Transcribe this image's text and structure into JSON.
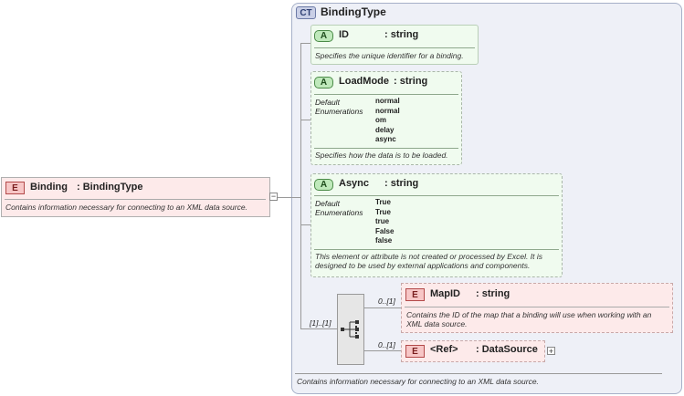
{
  "binding": {
    "badge": "E",
    "name": "Binding",
    "type": ": BindingType",
    "description": "Contains information necessary for connecting to an XML data source.",
    "collapse_symbol": "−"
  },
  "complex_type": {
    "badge": "CT",
    "name": "BindingType",
    "description": "Contains information necessary for connecting to an XML data source."
  },
  "attributes": {
    "id": {
      "badge": "A",
      "name": "ID",
      "type": ": string",
      "description": "Specifies the unique identifier for a binding."
    },
    "loadmode": {
      "badge": "A",
      "name": "LoadMode",
      "type": ": string",
      "default_label": "Default",
      "enum_label": "Enumerations",
      "values": [
        "normal",
        "normal",
        "om",
        "delay",
        "async"
      ],
      "description": "Specifies how the data is to be loaded."
    },
    "async": {
      "badge": "A",
      "name": "Async",
      "type": ": string",
      "default_label": "Default",
      "enum_label": "Enumerations",
      "values": [
        "True",
        "True",
        "true",
        "False",
        "false"
      ],
      "description_line1": "This element or attribute is not created or processed by Excel. It is",
      "description_line2": "designed to be used by external applications and components."
    }
  },
  "sequence": {
    "cardinality": "[1]..[1]"
  },
  "children": {
    "mapid": {
      "badge": "E",
      "name": "MapID",
      "type": ": string",
      "cardinality": "0..[1]",
      "description_line1": "Contains the ID of the map that a binding will use when working with an",
      "description_line2": "XML data source."
    },
    "datasource": {
      "badge": "E",
      "name": "<Ref>",
      "type": ": DataSource",
      "cardinality": "0..[1]",
      "expand_symbol": "+"
    }
  }
}
